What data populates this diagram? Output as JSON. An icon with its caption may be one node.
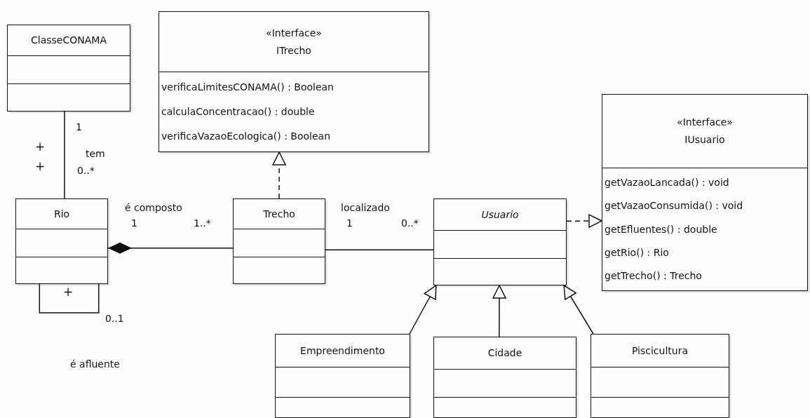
{
  "diagram": {
    "nodes": [
      {
        "text": [
          "ClasseCONAMA"
        ]
      },
      {
        "text": [
          "«Interface»",
          "ITrecho",
          "verificaLimitesCONAMA() : Boolean",
          "calculaConcentracao() : double",
          "verificaVazaoEcologica() : Boolean"
        ]
      },
      {
        "text": [
          "«Interface»",
          "IUsuario",
          "getVazaoLancada() : void",
          "getVazaoConsumida() : void",
          "getEfluentes() : double",
          "getRio() : Rio",
          "getTrecho() : Trecho"
        ]
      },
      {
        "text": [
          "Rio"
        ]
      },
      {
        "text": [
          "Trecho"
        ]
      },
      {
        "text": [
          "Usuario"
        ]
      },
      {
        "text": [
          "Empreendimento"
        ]
      },
      {
        "text": [
          "Cidade"
        ]
      },
      {
        "text": [
          "Piscicultura"
        ]
      }
    ],
    "edges": [
      {
        "from": 0,
        "to": 3,
        "arrow": "none",
        "label": "tem"
      },
      {
        "from": 3,
        "to": 4,
        "arrow": "other",
        "label": "é composto"
      },
      {
        "from": 4,
        "to": 5,
        "arrow": "none",
        "label": "localizado"
      },
      {
        "from": 4,
        "to": 1,
        "arrow": "to",
        "style": "dashed"
      },
      {
        "from": 5,
        "to": 2,
        "arrow": "to",
        "style": "dashed"
      },
      {
        "from": 6,
        "to": 5,
        "arrow": "to"
      },
      {
        "from": 7,
        "to": 5,
        "arrow": "to"
      },
      {
        "from": 8,
        "to": 5,
        "arrow": "to"
      },
      {
        "from": 3,
        "to": 3,
        "arrow": "none",
        "label": "é afluente"
      }
    ],
    "labels": [
      "1",
      "+",
      "+",
      "0..*",
      "1",
      "1..*",
      "1",
      "0..*",
      "+",
      "0..1"
    ]
  }
}
